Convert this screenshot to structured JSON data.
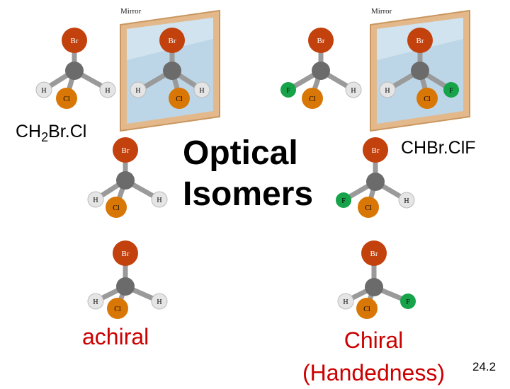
{
  "slide": {
    "formula_left": "CH",
    "formula_left_sub": "2",
    "formula_left_rest": "Br.Cl",
    "formula_right": "CHBr.ClF",
    "title_line1": "Optical",
    "title_line2": "Isomers",
    "label_left": "achiral",
    "label_right_line1": "Chiral",
    "label_right_line2": "(Handedness)",
    "figure_ref": "24.2"
  },
  "mirrors": [
    {
      "label": "Mirror"
    },
    {
      "label": "Mirror"
    }
  ],
  "atoms": {
    "br": "Br",
    "cl": "Cl",
    "h": "H",
    "f": "F"
  },
  "colors": {
    "bromine": "#c2410c",
    "chlorine": "#d97706",
    "hydrogen": "#e5e5e5",
    "fluorine": "#16a34a",
    "carbon": "#6b6b6b",
    "accent_text": "#cc0000",
    "mirror_frame": "#e3b98c",
    "mirror_glass": "#bcd6e8"
  }
}
